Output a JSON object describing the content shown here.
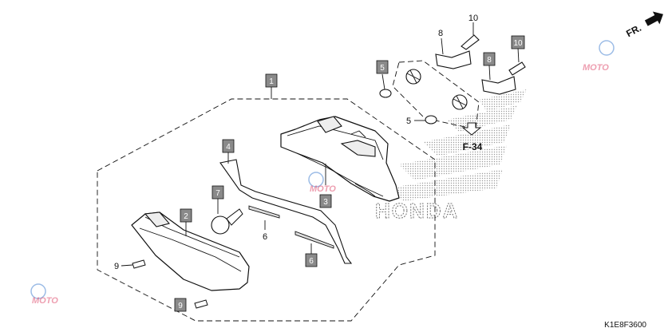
{
  "callouts": {
    "c1": "1",
    "c2": "2",
    "c3": "3",
    "c4": "4",
    "c5a": "5",
    "c5b": "5",
    "c6a": "6",
    "c6b": "6",
    "c7": "7",
    "c8a": "8",
    "c8b": "8",
    "c9a": "9",
    "c9b": "9",
    "c10a": "10",
    "c10b": "10"
  },
  "reference": "F-34",
  "direction_label": "FR.",
  "diagram_code": "K1E8F3600",
  "watermark_brand": "HONDA",
  "watermark_site": "MOTO",
  "colors": {
    "line": "#111111",
    "box_fill": "#8a8a8a",
    "watermark_pink": "#e05070",
    "watermark_blue": "#5a8fd6",
    "dots": "#9a9a9a"
  }
}
